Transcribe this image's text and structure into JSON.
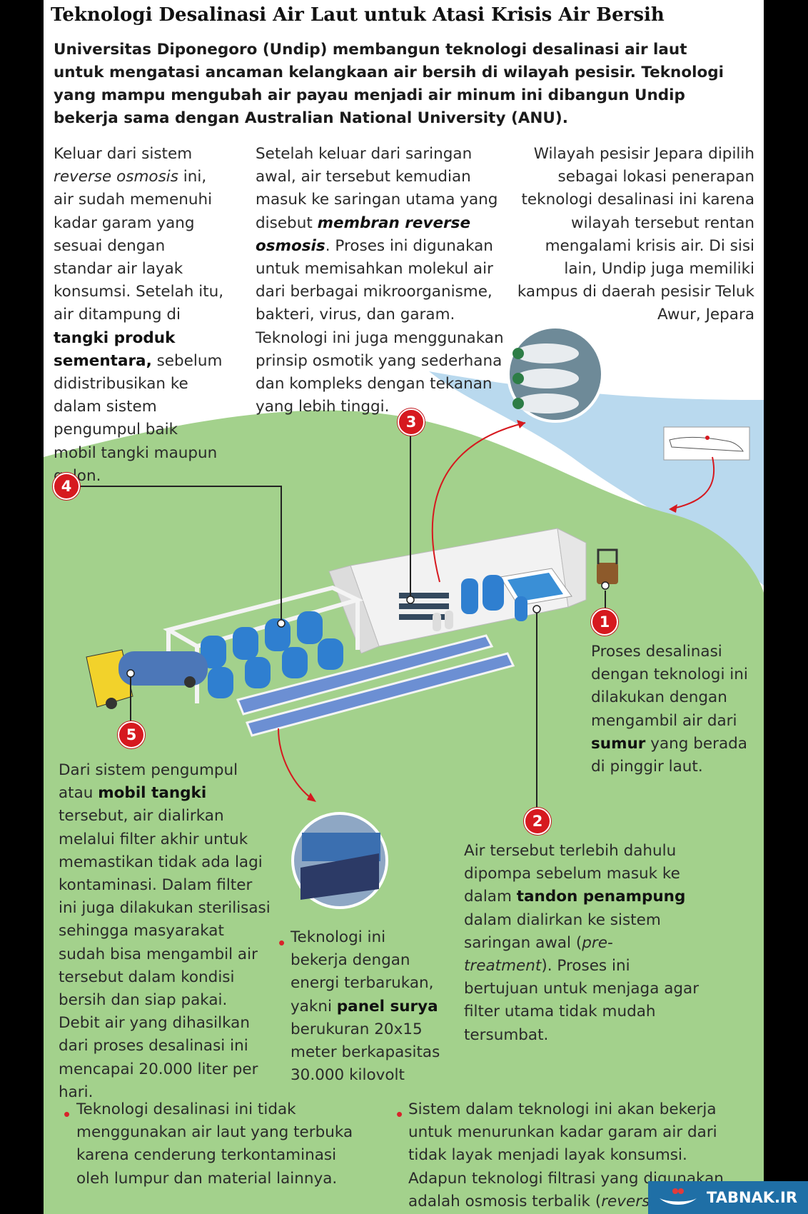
{
  "title": "Teknologi Desalinasi Air Laut untuk Atasi Krisis Air Bersih",
  "lead": "Universitas Diponegoro (Undip) membangun teknologi desalinasi air laut untuk mengatasi ancaman kelangkaan air bersih di wilayah pesisir. Teknologi yang mampu mengubah air payau menjadi air minum ini dibangun Undip bekerja sama dengan Australian National University (ANU).",
  "col1": {
    "a": "Keluar dari sistem ",
    "a_em": "reverse osmosis",
    "b": " ini, air sudah memenuhi kadar garam yang sesuai dengan standar air layak konsumsi. Setelah itu, air ditampung di ",
    "b_strong": "tangki produk sementara,",
    "c": " sebelum didistribusikan ke dalam sistem pengumpul baik mobil tangki maupun galon."
  },
  "col2": {
    "a": "Setelah keluar dari saringan awal, air tersebut kemudian masuk ke saringan utama yang disebut ",
    "a_strong": "membran reverse osmosis",
    "b": ". Proses ini digunakan untuk memisahkan molekul air dari berbagai mikroorganisme, bakteri, virus, dan garam. Teknologi ini juga menggunakan prinsip osmotik yang sederhana dan kompleks dengan tekanan yang lebih tinggi."
  },
  "col3": "Wilayah pesisir Jepara dipilih sebagai lokasi penerapan teknologi desalinasi ini karena wilayah tersebut rentan mengalami krisis air. Di sisi lain, Undip juga memiliki kampus di daerah pesisir Teluk Awur, Jepara",
  "step1": {
    "a": "Proses desalinasi dengan teknologi ini dilakukan dengan mengambil air dari ",
    "strong": "sumur",
    "b": " yang berada di pinggir laut."
  },
  "step2": {
    "a": "Air tersebut terlebih dahulu dipompa sebelum masuk ke dalam ",
    "strong": "tandon penampung",
    "b": " dalam dialirkan ke sistem saringan awal (",
    "em": "pre-treatment",
    "c": "). Proses ini bertujuan untuk menjaga agar filter utama tidak mudah tersumbat."
  },
  "step5": {
    "a": "Dari sistem pengumpul atau ",
    "strong": "mobil tangki",
    "b": " tersebut, air dialirkan melalui filter akhir untuk memastikan tidak ada lagi kontaminasi. Dalam filter ini juga dilakukan sterilisasi sehingga masyarakat sudah bisa mengambil air tersebut dalam kondisi bersih dan siap pakai. Debit air yang dihasilkan dari proses desalinasi ini mencapai 20.000 liter per hari."
  },
  "panel": {
    "a": "Teknologi ini bekerja dengan energi terbarukan, yakni ",
    "strong": "panel surya",
    "b": " berukuran 20x15 meter berkapasitas 30.000 kilovolt"
  },
  "bottom1": "Teknologi desalinasi ini tidak menggunakan air laut yang terbuka karena cenderung terkontaminasi oleh lumpur dan material lainnya.",
  "bottom2": {
    "a": "Sistem dalam teknologi ini akan bekerja untuk menurunkan kadar garam air dari tidak layak menjadi layak konsumsi. Adapun teknologi filtrasi yang digunakan adalah osmosis terbalik (",
    "em": "reverse osmosis",
    "b": ")."
  },
  "badges": [
    "1",
    "2",
    "3",
    "4",
    "5"
  ],
  "watermark": "TABNAK.IR",
  "colors": {
    "accent": "#d6191f",
    "grass": "#a3d18c",
    "sea": "#bcdcf0",
    "tank": "#3a8fd6"
  }
}
